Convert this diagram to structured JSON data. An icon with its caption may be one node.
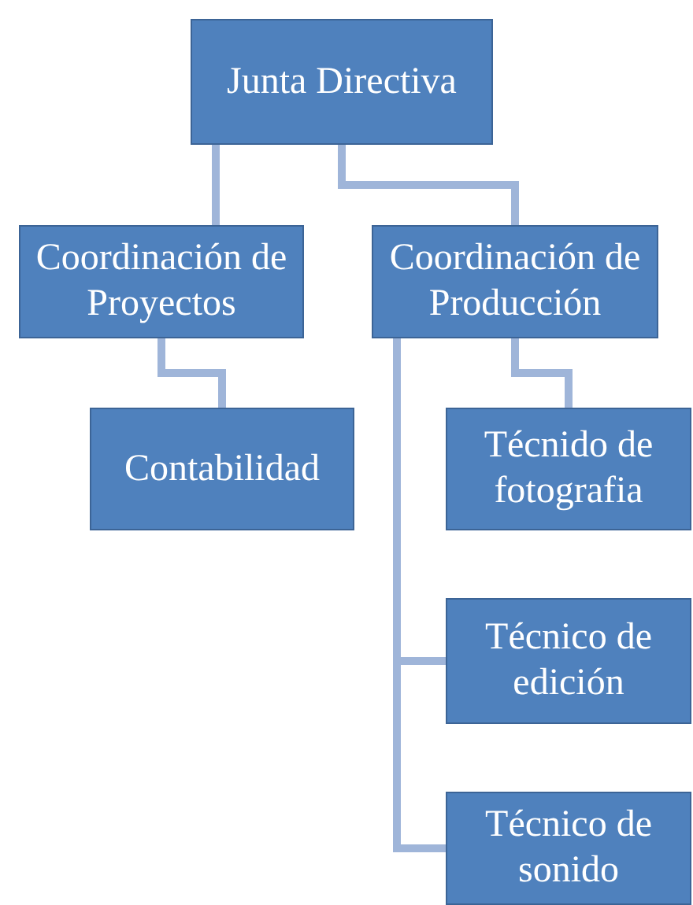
{
  "diagram": {
    "nodes": [
      {
        "text": [
          "Junta Directiva"
        ]
      },
      {
        "text": [
          "Coordinación de Proyectos"
        ]
      },
      {
        "text": [
          "Coordinación de Producción"
        ]
      },
      {
        "text": [
          "Contabilidad"
        ]
      },
      {
        "text": [
          "Técnido de fotografia"
        ]
      },
      {
        "text": [
          "Técnico de edición"
        ]
      },
      {
        "text": [
          "Técnico de sonido"
        ]
      }
    ],
    "edges": [
      {
        "from": 0,
        "to": 1,
        "arrow": "none"
      },
      {
        "from": 0,
        "to": 2,
        "arrow": "none"
      },
      {
        "from": 1,
        "to": 3,
        "arrow": "none"
      },
      {
        "from": 2,
        "to": 4,
        "arrow": "none"
      },
      {
        "from": 2,
        "to": 5,
        "arrow": "none"
      },
      {
        "from": 2,
        "to": 6,
        "arrow": "none"
      }
    ]
  }
}
